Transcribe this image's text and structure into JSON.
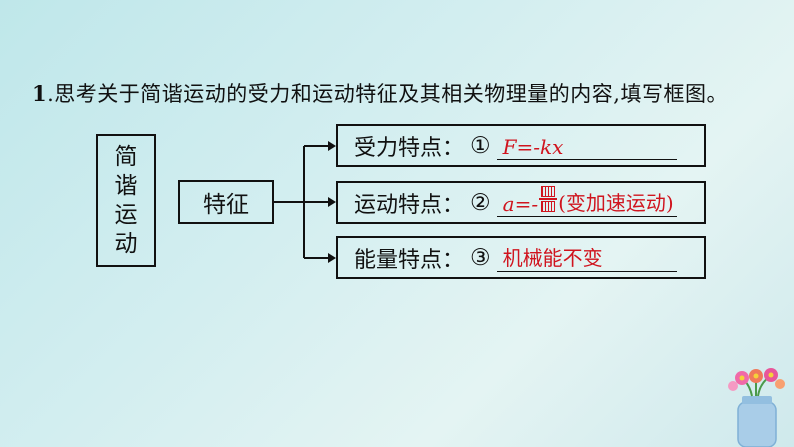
{
  "question": {
    "number": "1",
    "text": ".思考关于简谐运动的受力和运动特征及其相关物理量的内容,填写框图。"
  },
  "diagram": {
    "topic_chars": [
      "简",
      "谐",
      "运",
      "动"
    ],
    "feature": "特征",
    "rows": [
      {
        "label": "受力特点：",
        "mark": "①",
        "answer_parts": [
          "F=-kx"
        ]
      },
      {
        "label": "运动特点：",
        "mark": "②",
        "answer_prefix": "a=-",
        "answer_suffix": "(变加速运动)"
      },
      {
        "label": "能量特点：",
        "mark": "③",
        "answer_parts": [
          "机械能不变"
        ]
      }
    ]
  },
  "colors": {
    "answer": "#d0141e",
    "line": "#111111"
  },
  "decoration": {
    "icon": "flower-jar-icon"
  }
}
